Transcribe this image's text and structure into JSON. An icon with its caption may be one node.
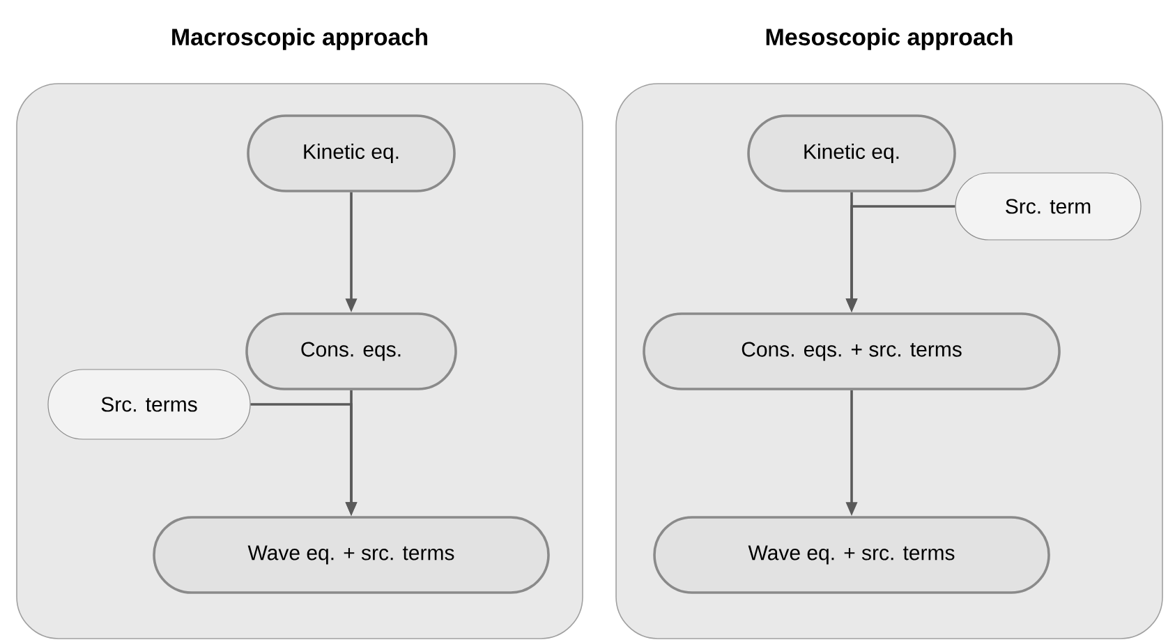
{
  "diagram": {
    "nodes": [
      {
        "text": [
          "Macroscopic approach"
        ]
      },
      {
        "text": [
          "Kinetic eq."
        ],
        "in": 0
      },
      {
        "text": [
          "Cons. eqs."
        ],
        "in": 0
      },
      {
        "text": [
          "Src. terms"
        ],
        "in": 0
      },
      {
        "text": [
          "Wave eq. + src. terms"
        ],
        "in": 0
      },
      {
        "text": [
          "Mesoscopic approach"
        ]
      },
      {
        "text": [
          "Kinetic eq."
        ],
        "in": 5
      },
      {
        "text": [
          "Src. term"
        ],
        "in": 5
      },
      {
        "text": [
          "Cons. eqs. + src. terms"
        ],
        "in": 5
      },
      {
        "text": [
          "Wave eq. + src. terms"
        ],
        "in": 5
      }
    ],
    "edges": [
      {
        "from": 1,
        "to": 2,
        "arrow": "to"
      },
      {
        "from": 2,
        "to": 4,
        "arrow": "to"
      },
      {
        "from": 3,
        "to": 4,
        "arrow": "to"
      },
      {
        "from": 6,
        "to": 8,
        "arrow": "to"
      },
      {
        "from": 7,
        "to": 8,
        "arrow": "to"
      },
      {
        "from": 8,
        "to": 9,
        "arrow": "to"
      }
    ]
  }
}
